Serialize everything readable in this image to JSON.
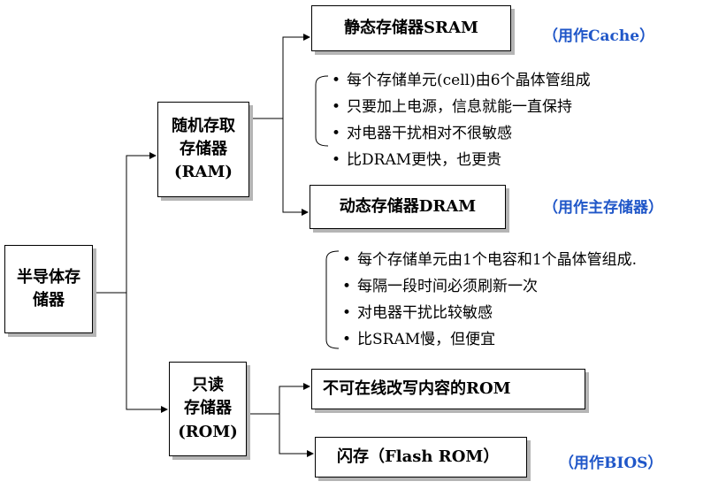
{
  "root": {
    "label": "半导体存\n储器"
  },
  "ram": {
    "label": "随机存取\n存储器\n(RAM)"
  },
  "rom": {
    "label": "只读\n存储器\n(ROM)"
  },
  "sram": {
    "label": "静态存储器SRAM",
    "note": "（用作Cache）",
    "bullets": [
      "每个存储单元(cell)由6个晶体管组成",
      "只要加上电源，信息就能一直保持",
      "对电器干扰相对不很敏感",
      "比DRAM更快，也更贵"
    ]
  },
  "dram": {
    "label": "动态存储器DRAM",
    "note": "（用作主存储器）",
    "bullets": [
      "每个存储单元由1个电容和1个晶体管组成.",
      "每隔一段时间必须刷新一次",
      "对电器干扰比较敏感",
      "比SRAM慢，但便宜"
    ]
  },
  "rom_types": [
    {
      "label": "不可在线改写内容的ROM"
    },
    {
      "label": "闪存（Flash ROM）",
      "note": "（用作BIOS）"
    }
  ],
  "colors": {
    "note": "#1f56c8",
    "shadow": "#b5b5b5",
    "line": "#000000"
  }
}
